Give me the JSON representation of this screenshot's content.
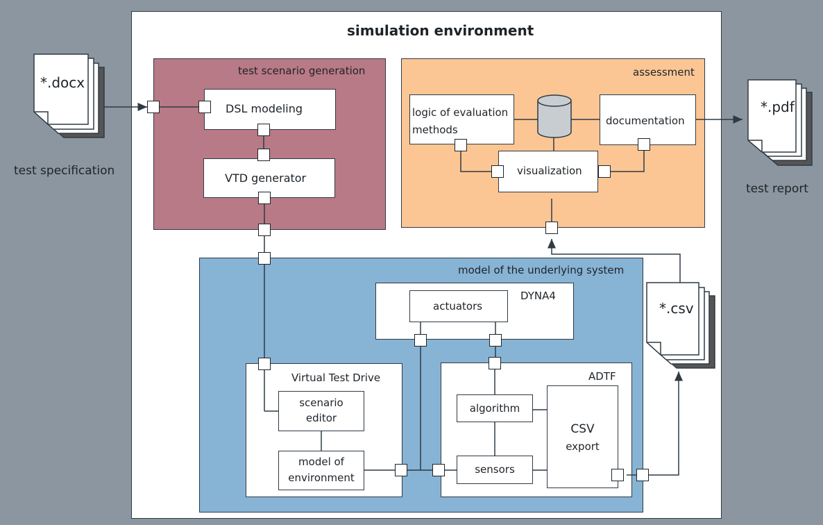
{
  "title": "simulation environment",
  "test_scenario_generation": {
    "label": "test scenario  generation",
    "dsl_modeling": "DSL modeling",
    "vtd_generator": "VTD generator"
  },
  "assessment": {
    "label": "assessment",
    "logic_line1": "logic of evaluation",
    "logic_line2": "methods",
    "documentation": "documentation",
    "visualization": "visualization"
  },
  "model_system": {
    "label": "model of the underlying  system",
    "dyna4": "DYNA4",
    "actuators": "actuators",
    "virtual_test_drive": "Virtual  Test Drive",
    "scenario_line1": "scenario",
    "scenario_line2": "editor",
    "environment_line1": "model of",
    "environment_line2": "environment",
    "adtf": "ADTF",
    "algorithm": "algorithm",
    "sensors": "sensors",
    "csv_line1": "CSV",
    "csv_line2": "export"
  },
  "documents": {
    "docx": "*.docx",
    "docx_caption": "test specification",
    "pdf": "*.pdf",
    "pdf_caption": "test report",
    "csv": "*.csv"
  },
  "colors": {
    "outer_bg": "#8b96a0",
    "scenario_bg": "#b87a86",
    "assessment_bg": "#fbc694",
    "model_bg": "#87b3d5",
    "database": "#c8cdd2"
  }
}
